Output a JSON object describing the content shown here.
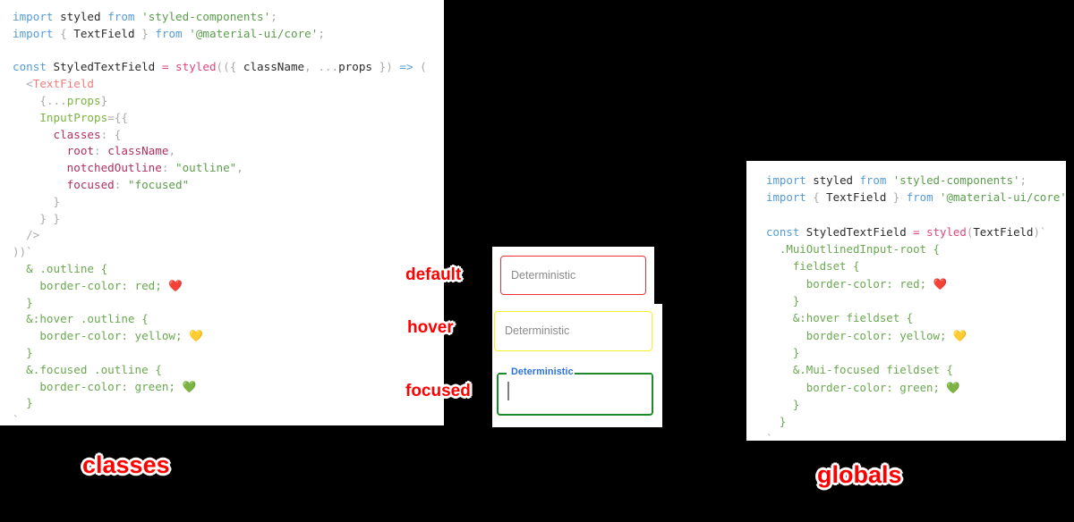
{
  "background_color": "#000000",
  "accent_colors": {
    "annotation_red": "#ff0000",
    "border_default_red": "#f03030",
    "border_hover_yellow": "#f5f22a",
    "border_focused_green": "#1f8a2b",
    "focused_label_blue": "#2a72d8",
    "keyword_blue": "#569cd6",
    "string_green": "#5a9e4b"
  },
  "left_panel": {
    "title": "classes",
    "lines": [
      [
        {
          "t": "import",
          "c": "kw"
        },
        {
          "t": " ",
          "c": "plain"
        },
        {
          "t": "styled",
          "c": "plain"
        },
        {
          "t": " ",
          "c": "plain"
        },
        {
          "t": "from",
          "c": "kw"
        },
        {
          "t": " ",
          "c": "plain"
        },
        {
          "t": "'styled-components'",
          "c": "str"
        },
        {
          "t": ";",
          "c": "punct"
        }
      ],
      [
        {
          "t": "import",
          "c": "kw"
        },
        {
          "t": " ",
          "c": "plain"
        },
        {
          "t": "{",
          "c": "punct"
        },
        {
          "t": " ",
          "c": "plain"
        },
        {
          "t": "TextField",
          "c": "plain"
        },
        {
          "t": " ",
          "c": "plain"
        },
        {
          "t": "}",
          "c": "punct"
        },
        {
          "t": " ",
          "c": "plain"
        },
        {
          "t": "from",
          "c": "kw"
        },
        {
          "t": " ",
          "c": "plain"
        },
        {
          "t": "'@material-ui/core'",
          "c": "str"
        },
        {
          "t": ";",
          "c": "punct"
        }
      ],
      [],
      [
        {
          "t": "const",
          "c": "kw"
        },
        {
          "t": " ",
          "c": "plain"
        },
        {
          "t": "StyledTextField",
          "c": "plain"
        },
        {
          "t": " ",
          "c": "plain"
        },
        {
          "t": "=",
          "c": "fn"
        },
        {
          "t": " ",
          "c": "plain"
        },
        {
          "t": "styled",
          "c": "fn"
        },
        {
          "t": "((",
          "c": "punct"
        },
        {
          "t": "{",
          "c": "punct"
        },
        {
          "t": " ",
          "c": "plain"
        },
        {
          "t": "className",
          "c": "plain"
        },
        {
          "t": ",",
          "c": "punct"
        },
        {
          "t": " ",
          "c": "plain"
        },
        {
          "t": "...",
          "c": "punct"
        },
        {
          "t": "props",
          "c": "plain"
        },
        {
          "t": " ",
          "c": "plain"
        },
        {
          "t": "}",
          "c": "punct"
        },
        {
          "t": ")",
          "c": "punct"
        },
        {
          "t": " ",
          "c": "plain"
        },
        {
          "t": "=>",
          "c": "arrow"
        },
        {
          "t": " ",
          "c": "plain"
        },
        {
          "t": "(",
          "c": "punct"
        }
      ],
      [
        {
          "t": "  ",
          "c": "plain"
        },
        {
          "t": "<",
          "c": "punct"
        },
        {
          "t": "TextField",
          "c": "tag"
        }
      ],
      [
        {
          "t": "    ",
          "c": "plain"
        },
        {
          "t": "{",
          "c": "punct"
        },
        {
          "t": "...",
          "c": "punct"
        },
        {
          "t": "props",
          "c": "attr"
        },
        {
          "t": "}",
          "c": "punct"
        }
      ],
      [
        {
          "t": "    ",
          "c": "plain"
        },
        {
          "t": "InputProps",
          "c": "attr"
        },
        {
          "t": "=",
          "c": "punct"
        },
        {
          "t": "{{",
          "c": "punct"
        }
      ],
      [
        {
          "t": "      ",
          "c": "plain"
        },
        {
          "t": "classes",
          "c": "prop"
        },
        {
          "t": ":",
          "c": "punct"
        },
        {
          "t": " ",
          "c": "plain"
        },
        {
          "t": "{",
          "c": "punct"
        }
      ],
      [
        {
          "t": "        ",
          "c": "plain"
        },
        {
          "t": "root",
          "c": "prop"
        },
        {
          "t": ":",
          "c": "punct"
        },
        {
          "t": " ",
          "c": "plain"
        },
        {
          "t": "className",
          "c": "prop"
        },
        {
          "t": ",",
          "c": "punct"
        }
      ],
      [
        {
          "t": "        ",
          "c": "plain"
        },
        {
          "t": "notchedOutline",
          "c": "prop"
        },
        {
          "t": ":",
          "c": "punct"
        },
        {
          "t": " ",
          "c": "plain"
        },
        {
          "t": "\"outline\"",
          "c": "str"
        },
        {
          "t": ",",
          "c": "punct"
        }
      ],
      [
        {
          "t": "        ",
          "c": "plain"
        },
        {
          "t": "focused",
          "c": "prop"
        },
        {
          "t": ":",
          "c": "punct"
        },
        {
          "t": " ",
          "c": "plain"
        },
        {
          "t": "\"focused\"",
          "c": "str"
        }
      ],
      [
        {
          "t": "      ",
          "c": "plain"
        },
        {
          "t": "}",
          "c": "punct"
        }
      ],
      [
        {
          "t": "    ",
          "c": "plain"
        },
        {
          "t": "} }",
          "c": "punct"
        }
      ],
      [
        {
          "t": "  ",
          "c": "plain"
        },
        {
          "t": "/>",
          "c": "punct"
        }
      ],
      [
        {
          "t": "))`",
          "c": "punct"
        }
      ],
      [
        {
          "t": "  ",
          "c": "plain"
        },
        {
          "t": "& .outline {",
          "c": "css"
        }
      ],
      [
        {
          "t": "    ",
          "c": "plain"
        },
        {
          "t": "border-color: red; ",
          "c": "css"
        },
        {
          "t": "❤️",
          "c": "emoji-red"
        }
      ],
      [
        {
          "t": "  ",
          "c": "plain"
        },
        {
          "t": "}",
          "c": "css"
        }
      ],
      [
        {
          "t": "  ",
          "c": "plain"
        },
        {
          "t": "&:hover .outline {",
          "c": "css"
        }
      ],
      [
        {
          "t": "    ",
          "c": "plain"
        },
        {
          "t": "border-color: yellow; ",
          "c": "css"
        },
        {
          "t": "💛",
          "c": "emoji-yellow"
        }
      ],
      [
        {
          "t": "  ",
          "c": "plain"
        },
        {
          "t": "}",
          "c": "css"
        }
      ],
      [
        {
          "t": "  ",
          "c": "plain"
        },
        {
          "t": "&.focused .outline {",
          "c": "css"
        }
      ],
      [
        {
          "t": "    ",
          "c": "plain"
        },
        {
          "t": "border-color: green; ",
          "c": "css"
        },
        {
          "t": "💚",
          "c": "emoji-green"
        }
      ],
      [
        {
          "t": "  ",
          "c": "plain"
        },
        {
          "t": "}",
          "c": "css"
        }
      ],
      [
        {
          "t": "`",
          "c": "punct"
        }
      ],
      [
        {
          "t": " ;",
          "c": "punct"
        }
      ]
    ]
  },
  "right_panel": {
    "title": "globals",
    "lines": [
      [
        {
          "t": "import",
          "c": "kw"
        },
        {
          "t": " ",
          "c": "plain"
        },
        {
          "t": "styled",
          "c": "plain"
        },
        {
          "t": " ",
          "c": "plain"
        },
        {
          "t": "from",
          "c": "kw"
        },
        {
          "t": " ",
          "c": "plain"
        },
        {
          "t": "'styled-components'",
          "c": "str"
        },
        {
          "t": ";",
          "c": "punct"
        }
      ],
      [
        {
          "t": "import",
          "c": "kw"
        },
        {
          "t": " ",
          "c": "plain"
        },
        {
          "t": "{",
          "c": "punct"
        },
        {
          "t": " ",
          "c": "plain"
        },
        {
          "t": "TextField",
          "c": "plain"
        },
        {
          "t": " ",
          "c": "plain"
        },
        {
          "t": "}",
          "c": "punct"
        },
        {
          "t": " ",
          "c": "plain"
        },
        {
          "t": "from",
          "c": "kw"
        },
        {
          "t": " ",
          "c": "plain"
        },
        {
          "t": "'@material-ui/core'",
          "c": "str"
        },
        {
          "t": ";",
          "c": "punct"
        }
      ],
      [],
      [
        {
          "t": "const",
          "c": "kw"
        },
        {
          "t": " ",
          "c": "plain"
        },
        {
          "t": "StyledTextField",
          "c": "plain"
        },
        {
          "t": " ",
          "c": "plain"
        },
        {
          "t": "=",
          "c": "fn"
        },
        {
          "t": " ",
          "c": "plain"
        },
        {
          "t": "styled",
          "c": "fn"
        },
        {
          "t": "(",
          "c": "punct"
        },
        {
          "t": "TextField",
          "c": "plain"
        },
        {
          "t": ")`",
          "c": "punct"
        }
      ],
      [
        {
          "t": "  ",
          "c": "plain"
        },
        {
          "t": ".MuiOutlinedInput-root {",
          "c": "css"
        }
      ],
      [
        {
          "t": "    ",
          "c": "plain"
        },
        {
          "t": "fieldset {",
          "c": "css"
        }
      ],
      [
        {
          "t": "      ",
          "c": "plain"
        },
        {
          "t": "border-color: red; ",
          "c": "css"
        },
        {
          "t": "❤️",
          "c": "emoji-red"
        }
      ],
      [
        {
          "t": "    ",
          "c": "plain"
        },
        {
          "t": "}",
          "c": "css"
        }
      ],
      [
        {
          "t": "    ",
          "c": "plain"
        },
        {
          "t": "&:hover fieldset {",
          "c": "css"
        }
      ],
      [
        {
          "t": "      ",
          "c": "plain"
        },
        {
          "t": "border-color: yellow; ",
          "c": "css"
        },
        {
          "t": "💛",
          "c": "emoji-yellow"
        }
      ],
      [
        {
          "t": "    ",
          "c": "plain"
        },
        {
          "t": "}",
          "c": "css"
        }
      ],
      [
        {
          "t": "    ",
          "c": "plain"
        },
        {
          "t": "&.Mui-focused fieldset {",
          "c": "css"
        }
      ],
      [
        {
          "t": "      ",
          "c": "plain"
        },
        {
          "t": "border-color: green; ",
          "c": "css"
        },
        {
          "t": "💚",
          "c": "emoji-green"
        }
      ],
      [
        {
          "t": "    ",
          "c": "plain"
        },
        {
          "t": "}",
          "c": "css"
        }
      ],
      [
        {
          "t": "  ",
          "c": "plain"
        },
        {
          "t": "}",
          "c": "css"
        }
      ],
      [
        {
          "t": "`",
          "c": "punct"
        }
      ],
      [
        {
          "t": " ;",
          "c": "punct"
        }
      ]
    ]
  },
  "demo": {
    "states": [
      {
        "state": "default",
        "annotation": "default",
        "field_text": "Deterministic",
        "border_color": "#f03030"
      },
      {
        "state": "hover",
        "annotation": "hover",
        "field_text": "Deterministic",
        "border_color": "#f5f22a"
      },
      {
        "state": "focused",
        "annotation": "focused",
        "field_text": "",
        "floating_label": "Deterministic",
        "border_color": "#1f8a2b"
      }
    ]
  }
}
